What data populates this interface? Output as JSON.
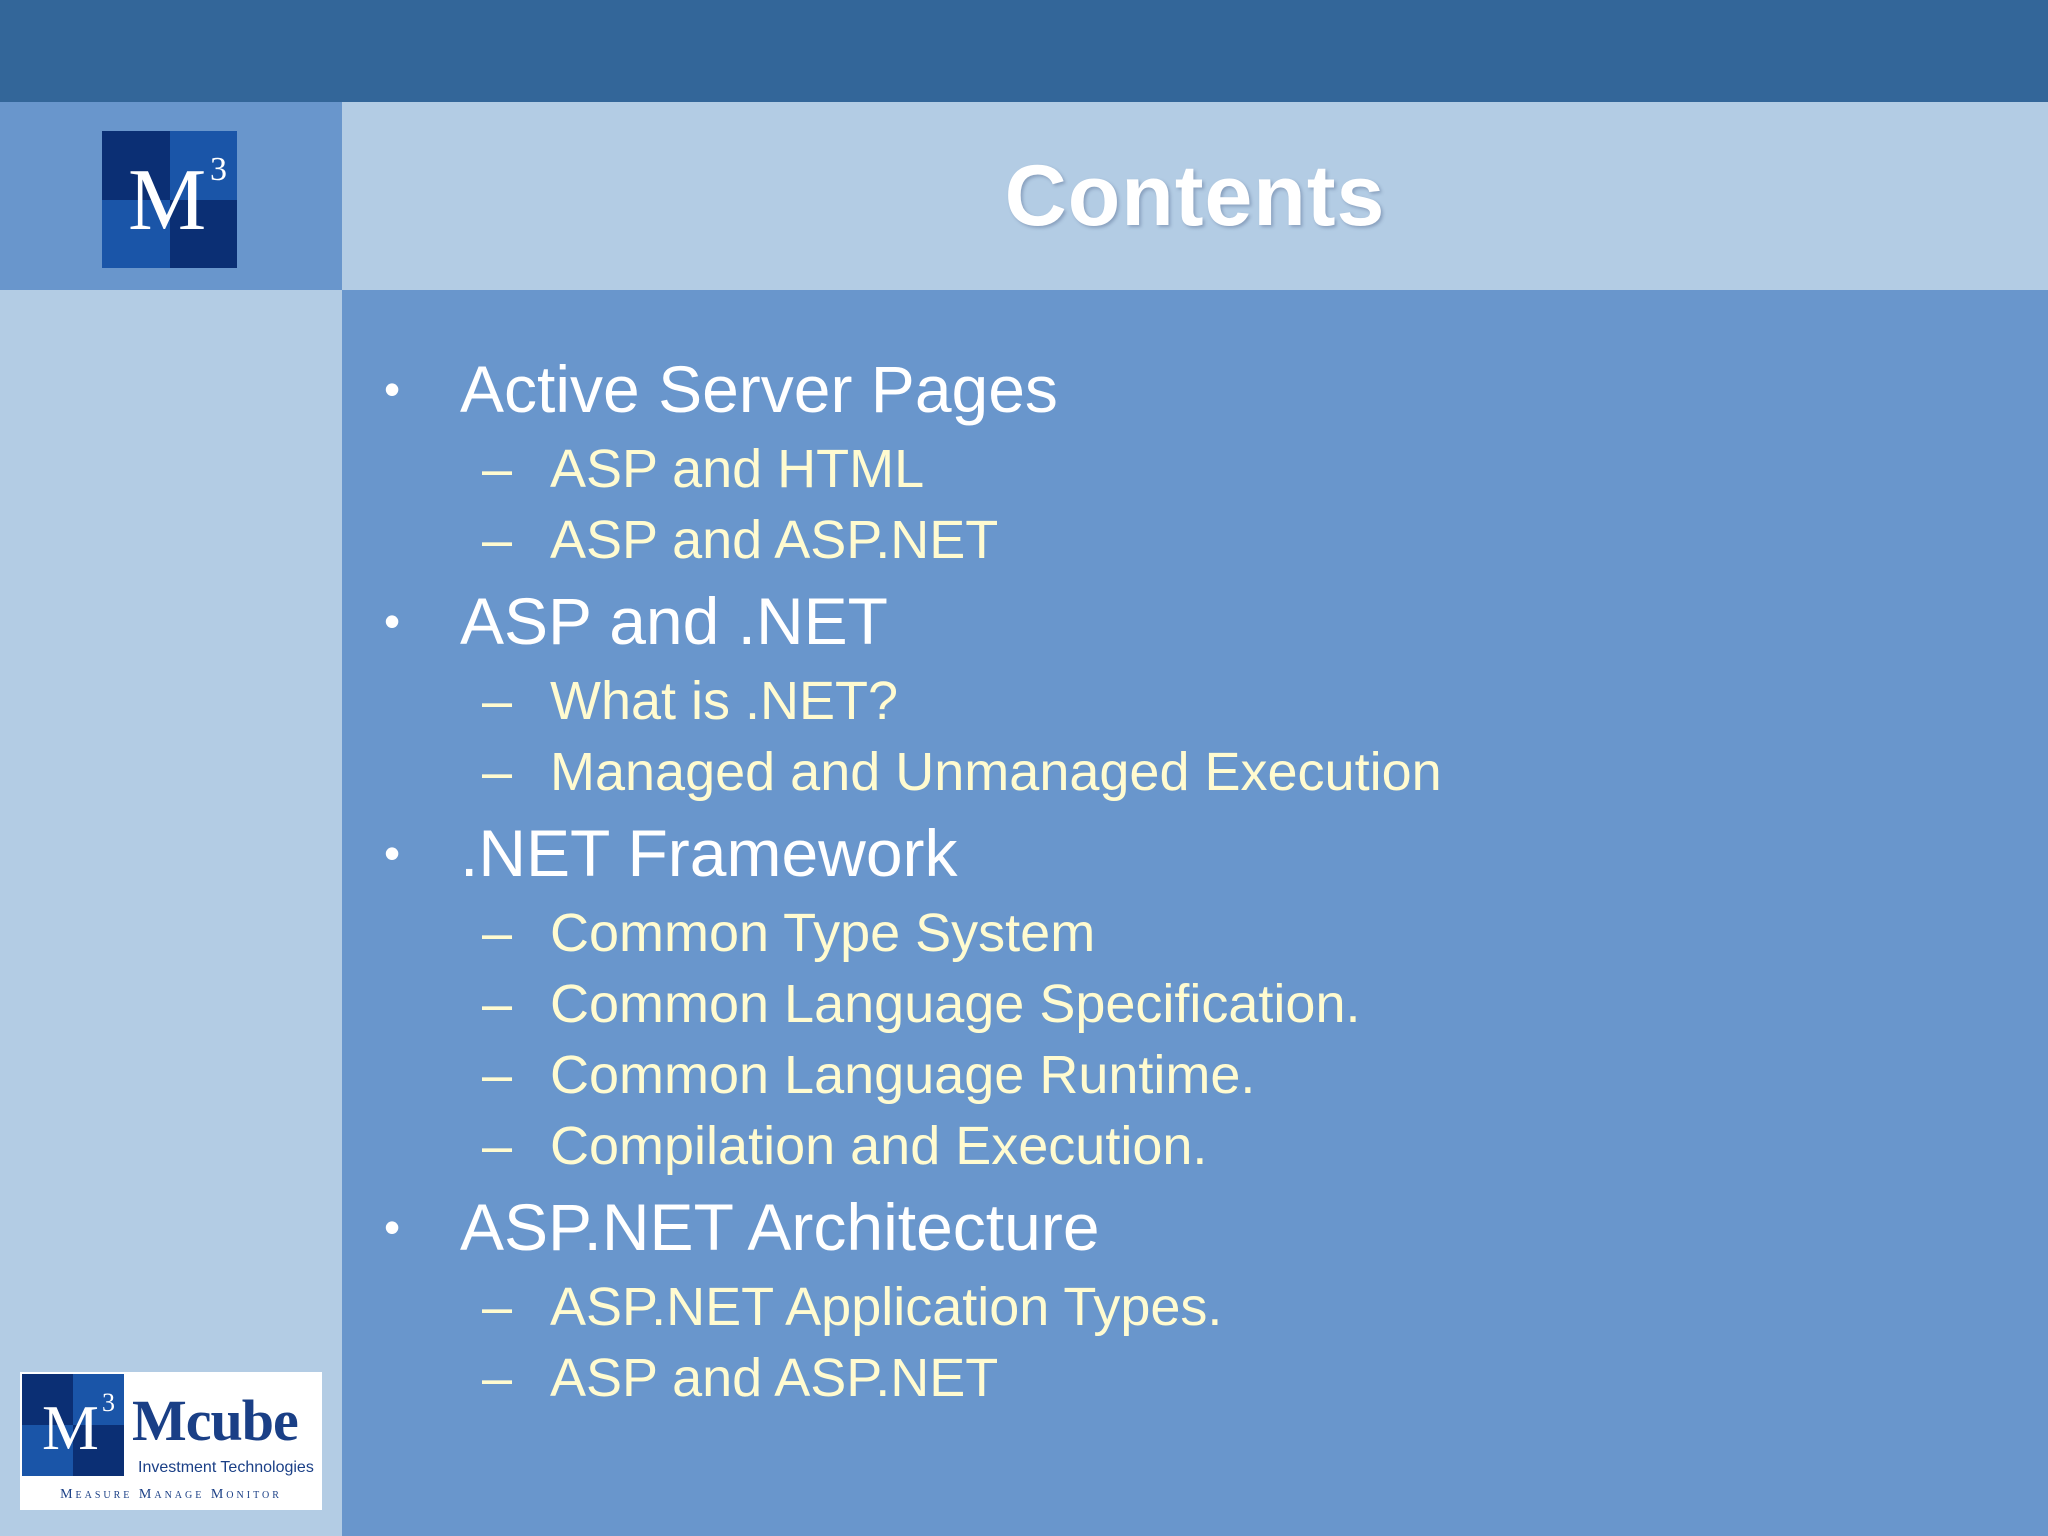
{
  "slide": {
    "title": "Contents"
  },
  "logo": {
    "mark_letter": "M",
    "mark_superscript": "3",
    "brand_name": "Mcube",
    "subtitle": "Investment Technologies",
    "tagline": "Measure  Manage  Monitor"
  },
  "colors": {
    "top_band": "#336699",
    "body_background": "#6996cc",
    "title_band": "#b3cce4",
    "main_text": "#ffffff",
    "sub_text": "#fffbd0"
  },
  "contents": [
    {
      "bullet": "•",
      "label": "Active Server Pages",
      "subitems": [
        {
          "dash": "–",
          "label": "ASP and HTML"
        },
        {
          "dash": "–",
          "label": "ASP and ASP.NET"
        }
      ]
    },
    {
      "bullet": "•",
      "label": "ASP and .NET",
      "subitems": [
        {
          "dash": "–",
          "label": "What is .NET?"
        },
        {
          "dash": "–",
          "label": "Managed and Unmanaged Execution"
        }
      ]
    },
    {
      "bullet": "•",
      "label": ".NET Framework",
      "subitems": [
        {
          "dash": "–",
          "label": "Common Type System"
        },
        {
          "dash": "–",
          "label": "Common Language Specification."
        },
        {
          "dash": "–",
          "label": "Common Language Runtime."
        },
        {
          "dash": "–",
          "label": "Compilation and Execution."
        }
      ]
    },
    {
      "bullet": "•",
      "label": "ASP.NET Architecture",
      "subitems": [
        {
          "dash": "–",
          "label": "ASP.NET Application Types."
        },
        {
          "dash": "–",
          "label": "ASP and ASP.NET"
        }
      ]
    }
  ]
}
